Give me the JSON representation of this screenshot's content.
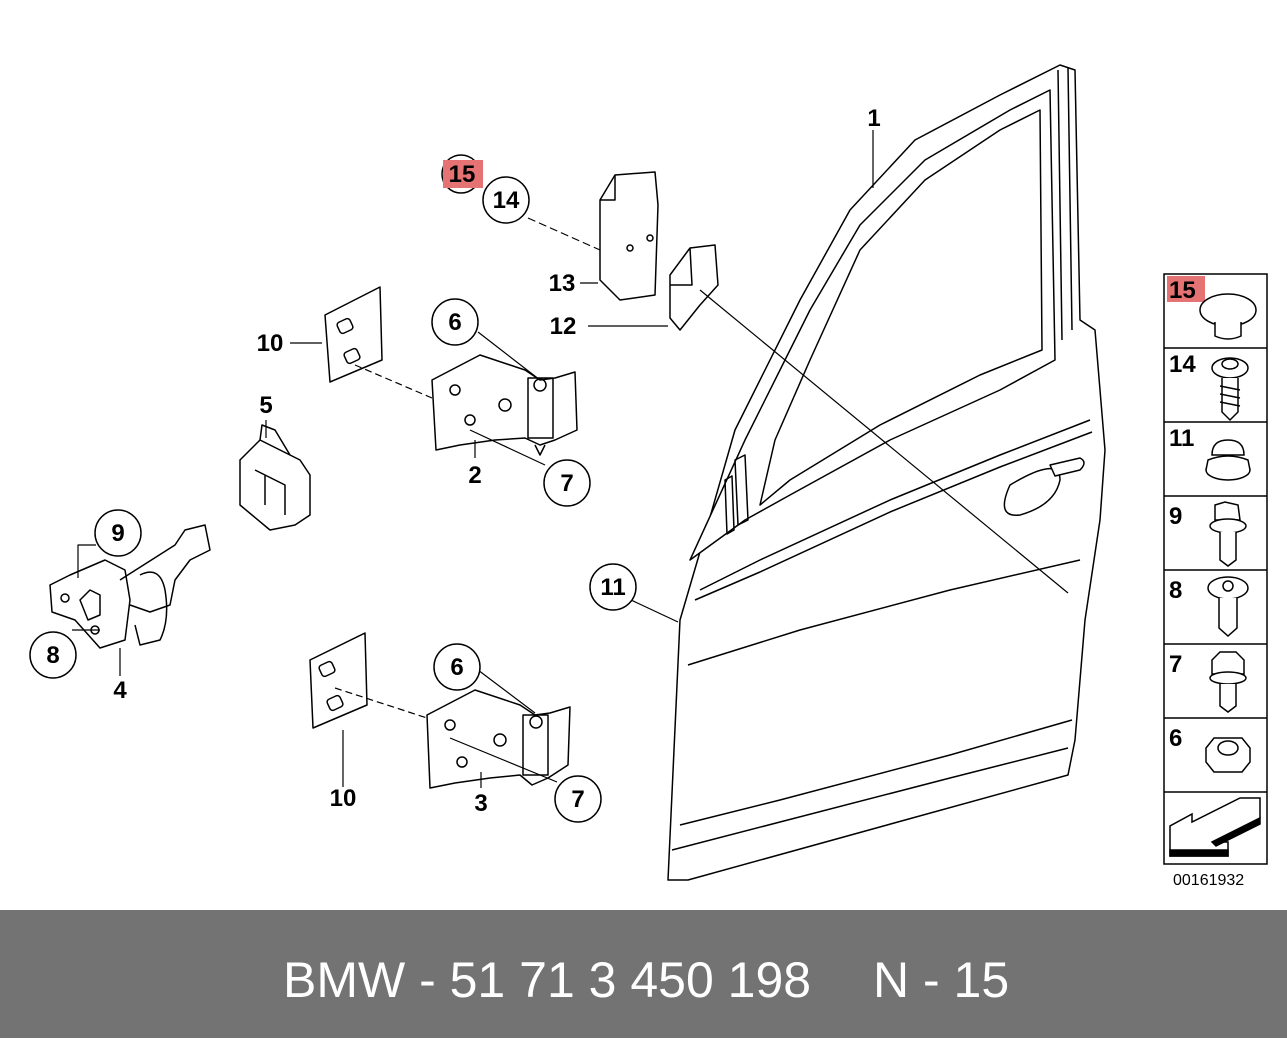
{
  "diagram": {
    "callouts": {
      "c1": "1",
      "c2": "2",
      "c3": "3",
      "c4": "4",
      "c5": "5",
      "c6a": "6",
      "c6b": "6",
      "c7a": "7",
      "c7b": "7",
      "c8": "8",
      "c9": "9",
      "c10a": "10",
      "c10b": "10",
      "c11": "11",
      "c12": "12",
      "c13": "13",
      "c14": "14",
      "c15": "15"
    },
    "highlight_color": "#e57373",
    "image_number": "00161932"
  },
  "legend": {
    "items": [
      {
        "number": "15",
        "icon": "plug-cap-icon",
        "highlighted": true
      },
      {
        "number": "14",
        "icon": "screw-with-washer-icon",
        "highlighted": false
      },
      {
        "number": "11",
        "icon": "cap-icon",
        "highlighted": false
      },
      {
        "number": "9",
        "icon": "bolt-icon",
        "highlighted": false
      },
      {
        "number": "8",
        "icon": "torx-bolt-icon",
        "highlighted": false
      },
      {
        "number": "7",
        "icon": "hex-bolt-icon",
        "highlighted": false
      },
      {
        "number": "6",
        "icon": "hex-nut-icon",
        "highlighted": false
      }
    ],
    "arrow_icon": "direction-arrow-icon"
  },
  "footer": {
    "part_text": "BMW - 51 71 3 450 198",
    "page_text": "N - 15",
    "background": "#737373"
  }
}
